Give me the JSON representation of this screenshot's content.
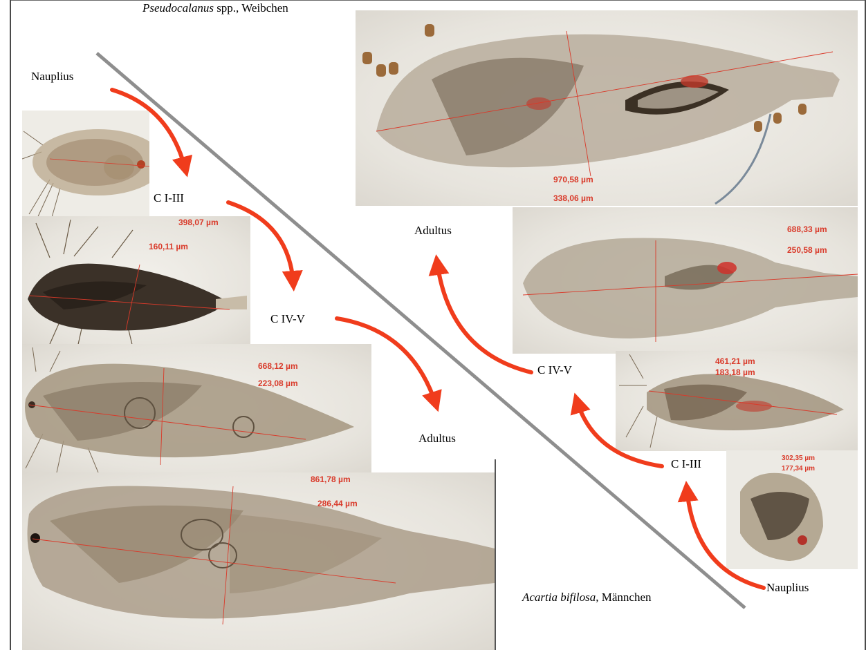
{
  "title_top": {
    "species": "Pseudocalanus",
    "rest": " spp., Weibchen"
  },
  "title_bottom": {
    "species": "Acartia bifilosa",
    "rest": ", Männchen"
  },
  "stages_top": {
    "nauplius": "Nauplius",
    "c1_3": "C I-III",
    "c4_5": "C IV-V",
    "adult": "Adultus"
  },
  "stages_bottom": {
    "adult": "Adultus",
    "c4_5": "C IV-V",
    "c1_3": "C I-III",
    "nauplius": "Nauplius"
  },
  "measurements": {
    "pseudo_c13": [
      "398,07 µm",
      "160,11 µm"
    ],
    "pseudo_c45": [
      "668,12 µm",
      "223,08 µm"
    ],
    "pseudo_adult": [
      "861,78 µm",
      "286,44 µm"
    ],
    "acartia_adult": [
      "970,58 µm",
      "338,06 µm"
    ],
    "acartia_c45": [
      "688,33 µm",
      "250,58 µm"
    ],
    "acartia_c13": [
      "461,21 µm",
      "183,18 µm"
    ],
    "acartia_nauplius": [
      "302,35 µm",
      "177,34 µm"
    ]
  },
  "colors": {
    "arrow": "#f03c1c",
    "divider": "#8e8e8e",
    "measurement": "#d93a2a",
    "frame": "#4a4a4a"
  }
}
